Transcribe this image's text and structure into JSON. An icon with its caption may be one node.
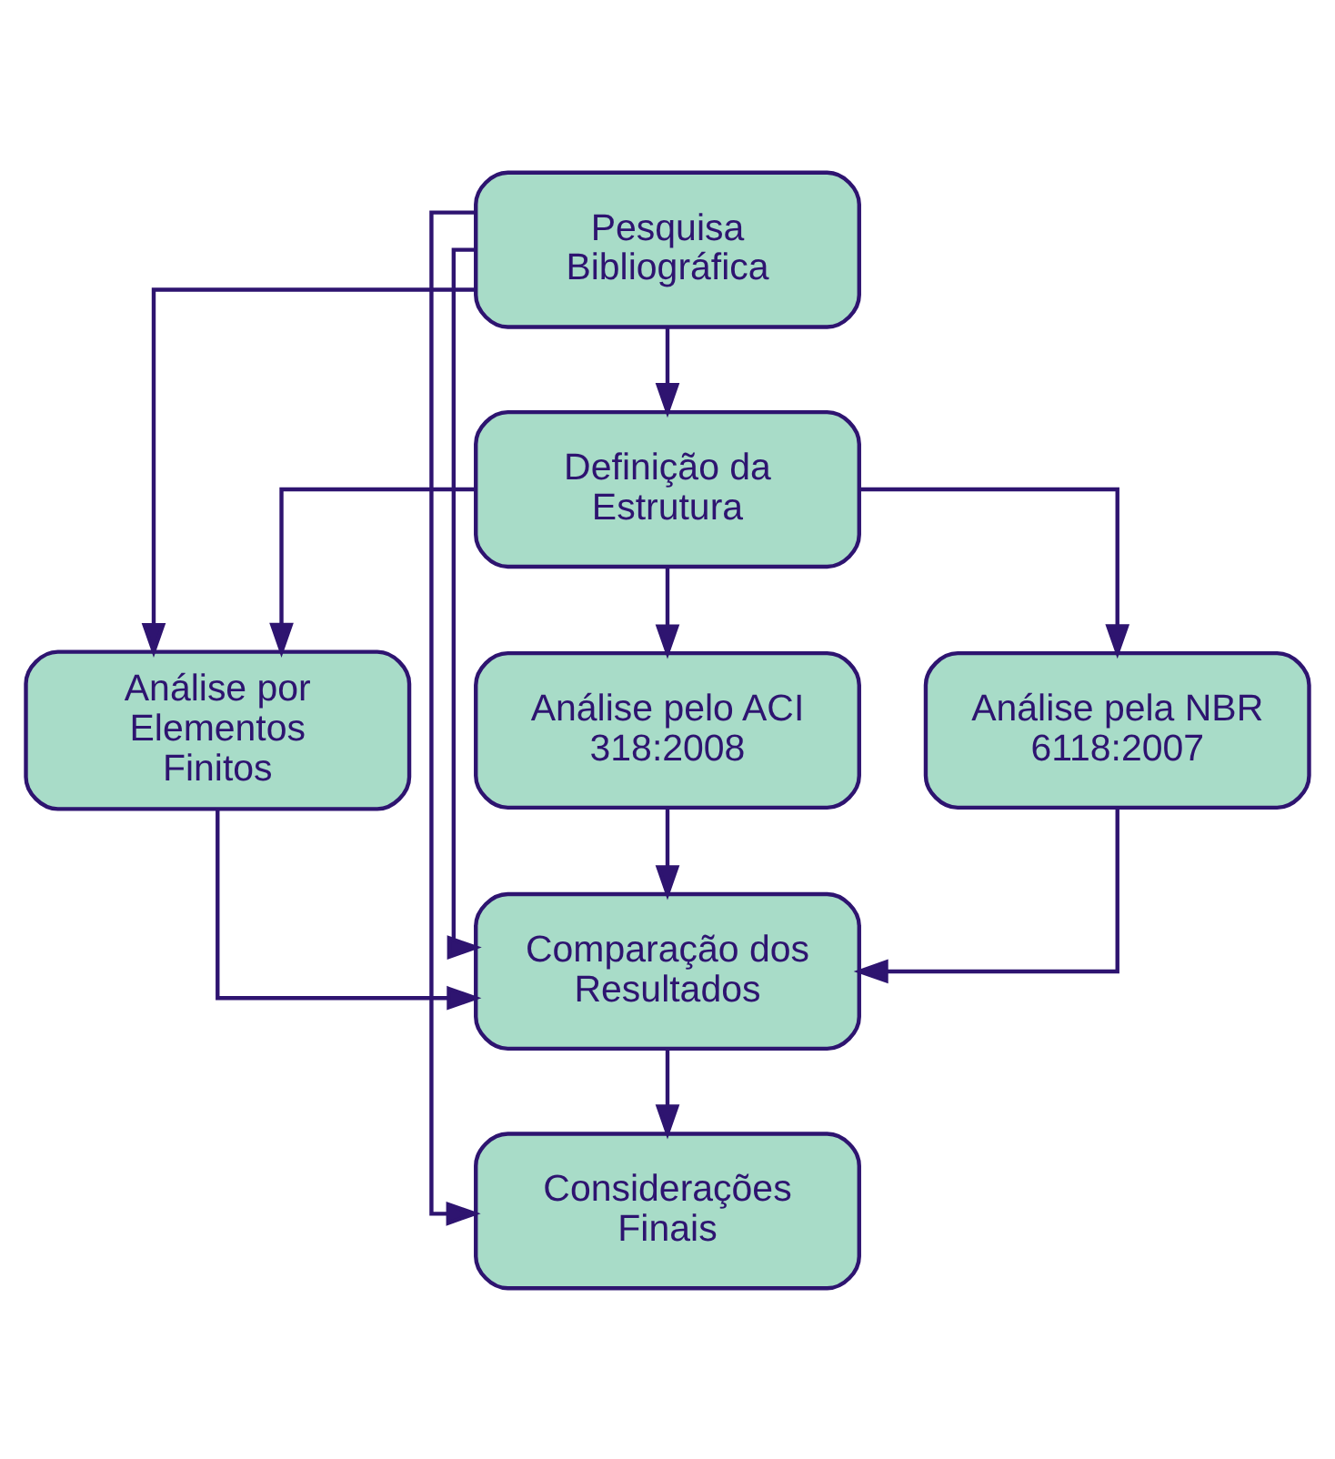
{
  "diagram": {
    "nodes": [
      {
        "text": [
          "Pesquisa Bibliográfica"
        ]
      },
      {
        "text": [
          "Definição da Estrutura"
        ]
      },
      {
        "text": [
          "Análise por Elementos Finitos"
        ]
      },
      {
        "text": [
          "Análise pelo ACI 318:2008"
        ]
      },
      {
        "text": [
          "Análise pela NBR 6118:2007"
        ]
      },
      {
        "text": [
          "Comparação dos Resultados"
        ]
      },
      {
        "text": [
          "Considerações Finais"
        ]
      }
    ],
    "edges": [
      {
        "from": 0,
        "to": 1,
        "arrow": "to"
      },
      {
        "from": 1,
        "to": 2,
        "arrow": "to"
      },
      {
        "from": 1,
        "to": 3,
        "arrow": "to"
      },
      {
        "from": 1,
        "to": 4,
        "arrow": "to"
      },
      {
        "from": 2,
        "to": 5,
        "arrow": "to"
      },
      {
        "from": 3,
        "to": 5,
        "arrow": "to"
      },
      {
        "from": 4,
        "to": 5,
        "arrow": "to"
      },
      {
        "from": 5,
        "to": 6,
        "arrow": "to"
      },
      {
        "from": 0,
        "to": 2,
        "arrow": "to"
      },
      {
        "from": 0,
        "to": 5,
        "arrow": "to"
      },
      {
        "from": 0,
        "to": 6,
        "arrow": "to"
      }
    ]
  }
}
